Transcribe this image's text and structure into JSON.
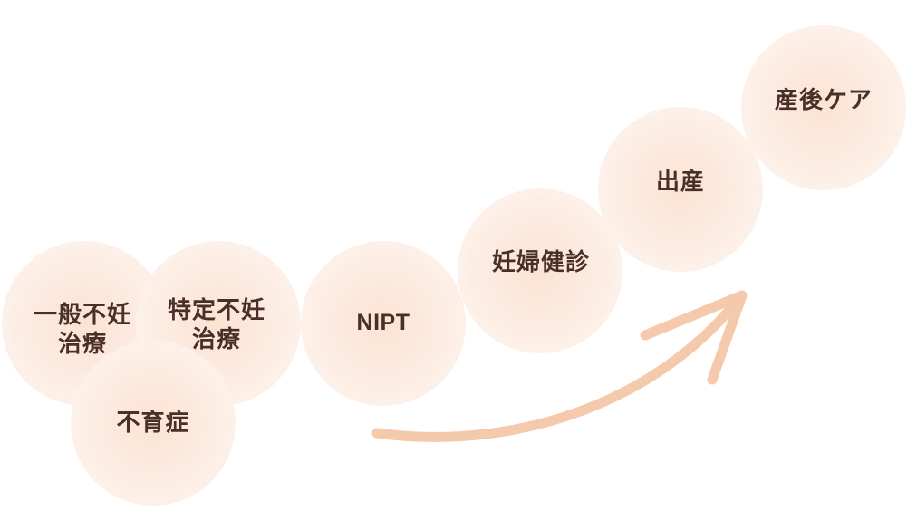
{
  "steps": [
    {
      "id": "general",
      "label": "一般不妊\n治療"
    },
    {
      "id": "specific",
      "label": "特定不妊\n治療"
    },
    {
      "id": "infertility",
      "label": "不育症"
    },
    {
      "id": "nipt",
      "label": "NIPT"
    },
    {
      "id": "checkup",
      "label": "妊婦健診"
    },
    {
      "id": "birth",
      "label": "出産"
    },
    {
      "id": "postnatal",
      "label": "産後ケア"
    }
  ],
  "colors": {
    "bubble_center": "#fbe3d3",
    "bubble_edge": "#fffdfb",
    "text": "#4a2f28",
    "arrow": "#f5c9ab"
  },
  "arrow_icon": "curved-arrow-up-right-icon"
}
